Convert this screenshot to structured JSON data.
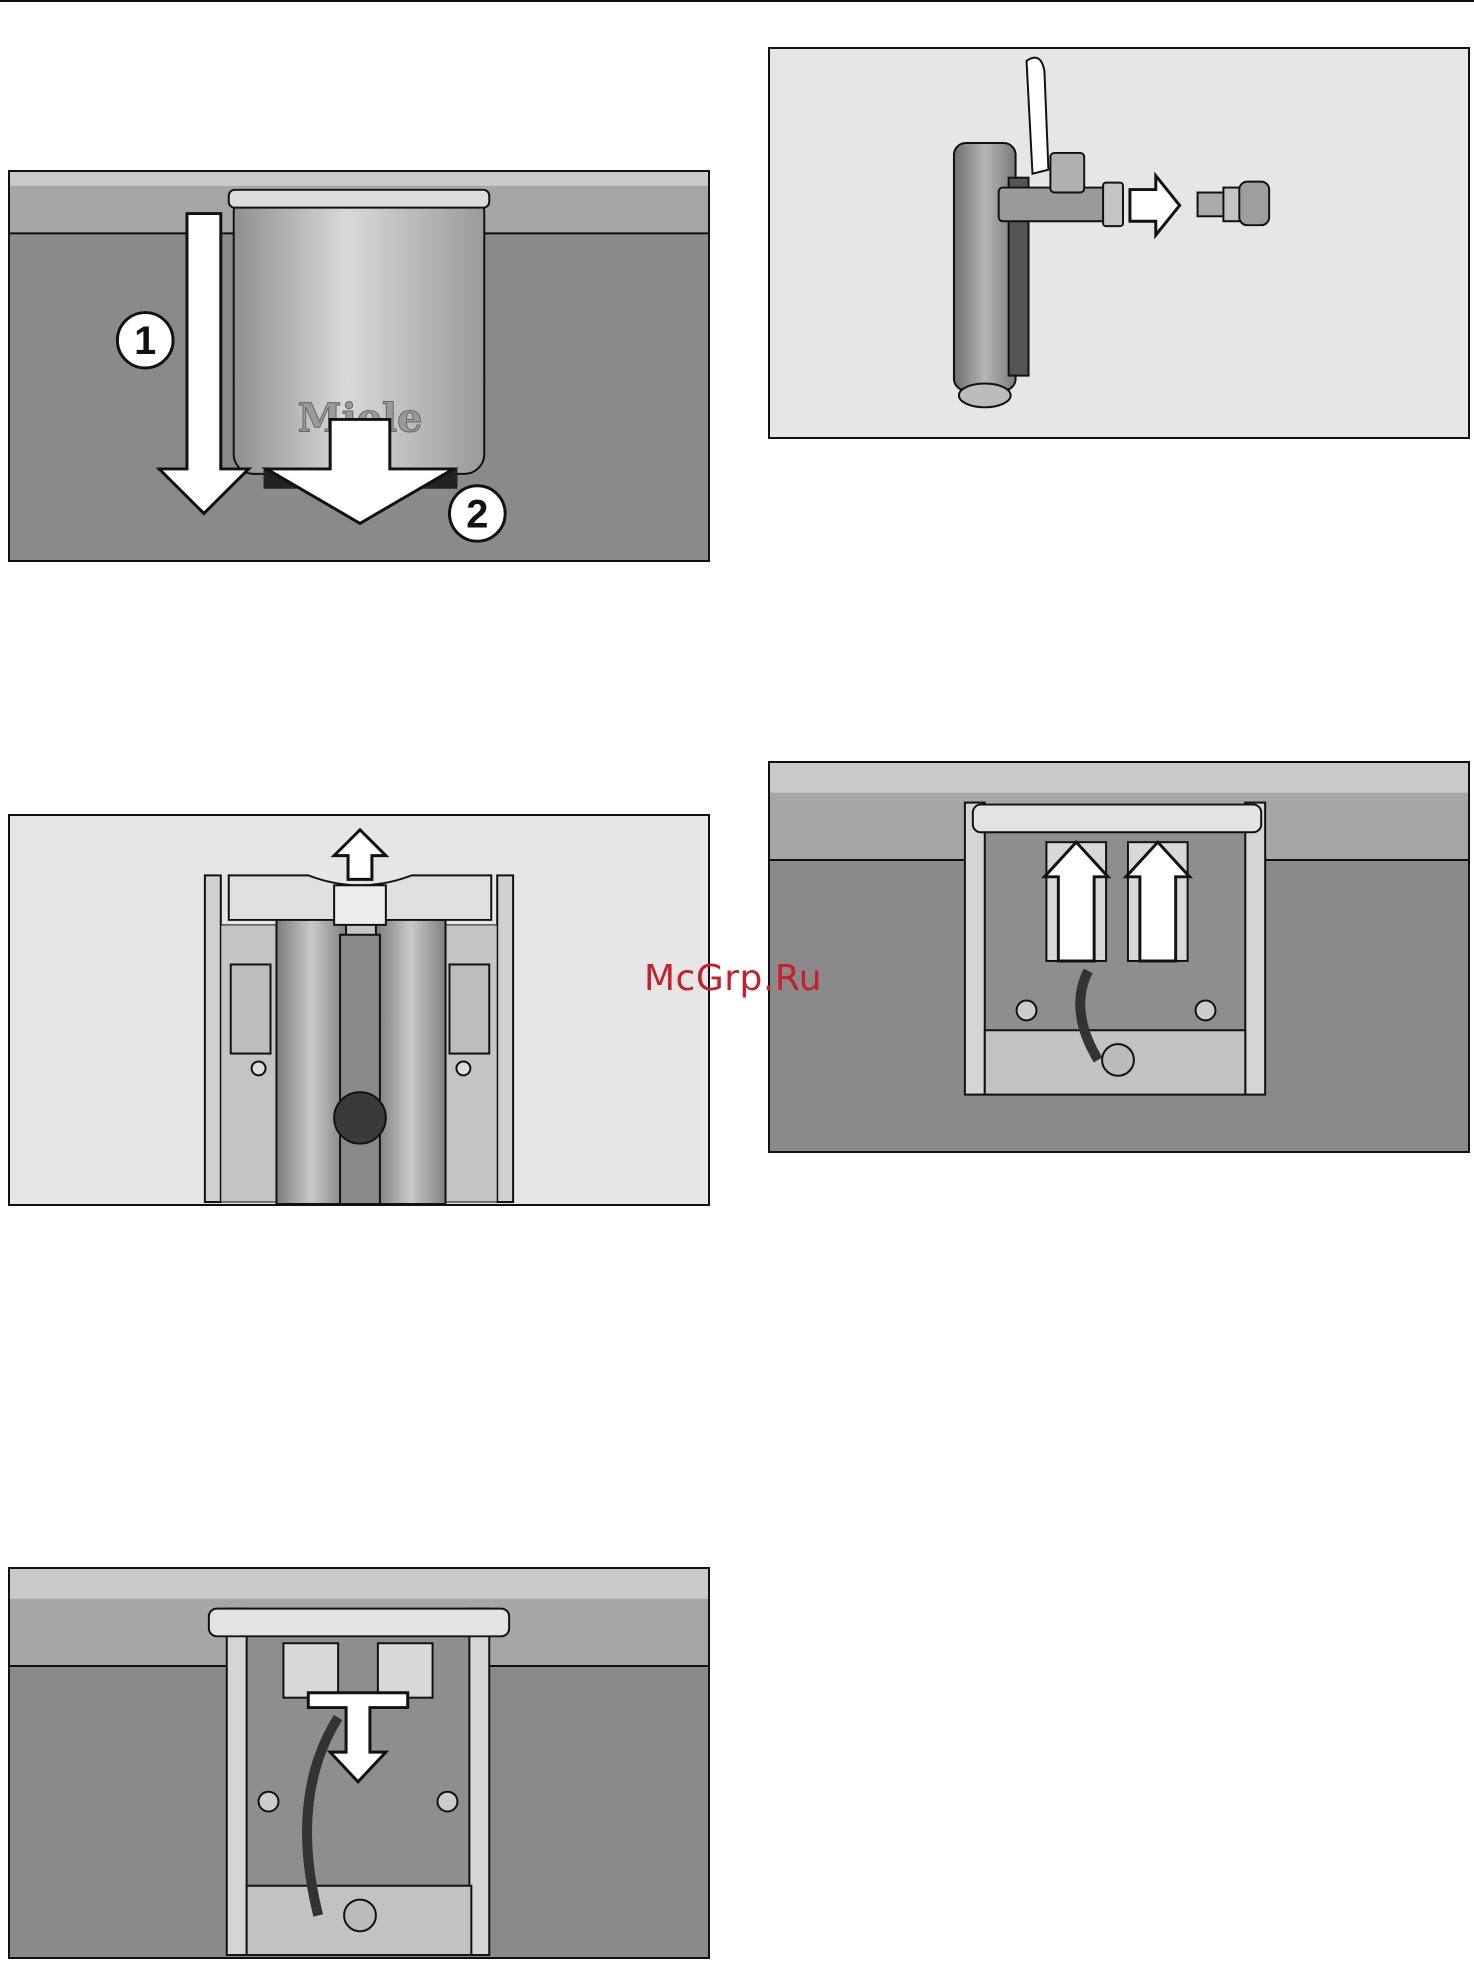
{
  "watermark": "McGrp.Ru",
  "figures": [
    {
      "id": "fig1",
      "step_labels": [
        "1",
        "2"
      ],
      "logo_text": "Miele"
    },
    {
      "id": "fig2"
    },
    {
      "id": "fig3"
    },
    {
      "id": "fig4"
    },
    {
      "id": "fig5"
    }
  ],
  "colors": {
    "counter_top": "#a9a9a9",
    "cabinet_gray": "#8a8a8a",
    "panel_light": "#e6e6e6",
    "outline": "#111111",
    "watermark": "#c8202a"
  },
  "icons": [
    "arrow-down-icon",
    "arrow-up-icon",
    "arrow-right-icon",
    "number-circle-icon"
  ]
}
